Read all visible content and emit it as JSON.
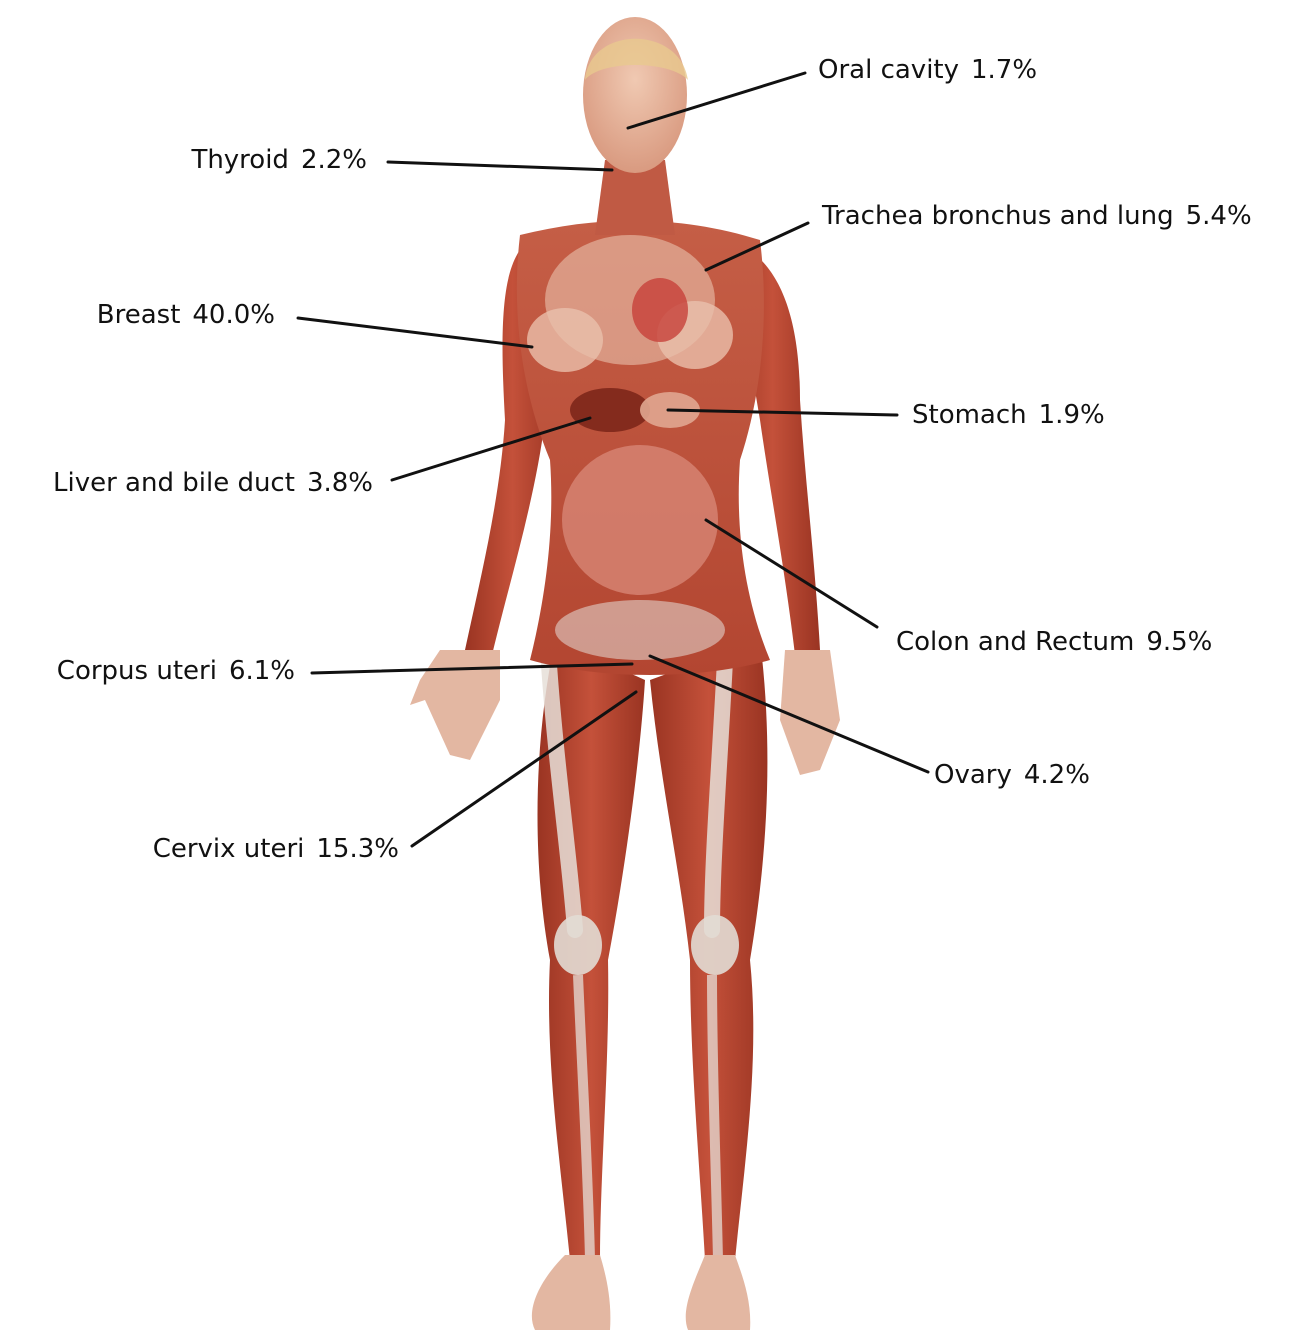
{
  "colors": {
    "muscle": "#b8402c",
    "muscle_dark": "#8e2a1c",
    "muscle_light": "#d9765c",
    "bone": "#e6dfd8",
    "organ": "#e8b8a4",
    "skin_head": "#e8b59c",
    "leader_line": "#111111"
  },
  "labels": {
    "oral_cavity": {
      "name": "Oral cavity",
      "value": "1.7%"
    },
    "thyroid": {
      "name": "Thyroid",
      "value": "2.2%"
    },
    "trachea": {
      "name": "Trachea bronchus and lung",
      "value": "5.4%"
    },
    "breast": {
      "name": "Breast",
      "value": "40.0%"
    },
    "stomach": {
      "name": "Stomach",
      "value": "1.9%"
    },
    "liver": {
      "name": "Liver and bile duct",
      "value": "3.8%"
    },
    "colon": {
      "name": "Colon and Rectum",
      "value": "9.5%"
    },
    "corpus_uteri": {
      "name": "Corpus uteri",
      "value": "6.1%"
    },
    "ovary": {
      "name": "Ovary",
      "value": "4.2%"
    },
    "cervix_uteri": {
      "name": "Cervix uteri",
      "value": "15.3%"
    }
  }
}
